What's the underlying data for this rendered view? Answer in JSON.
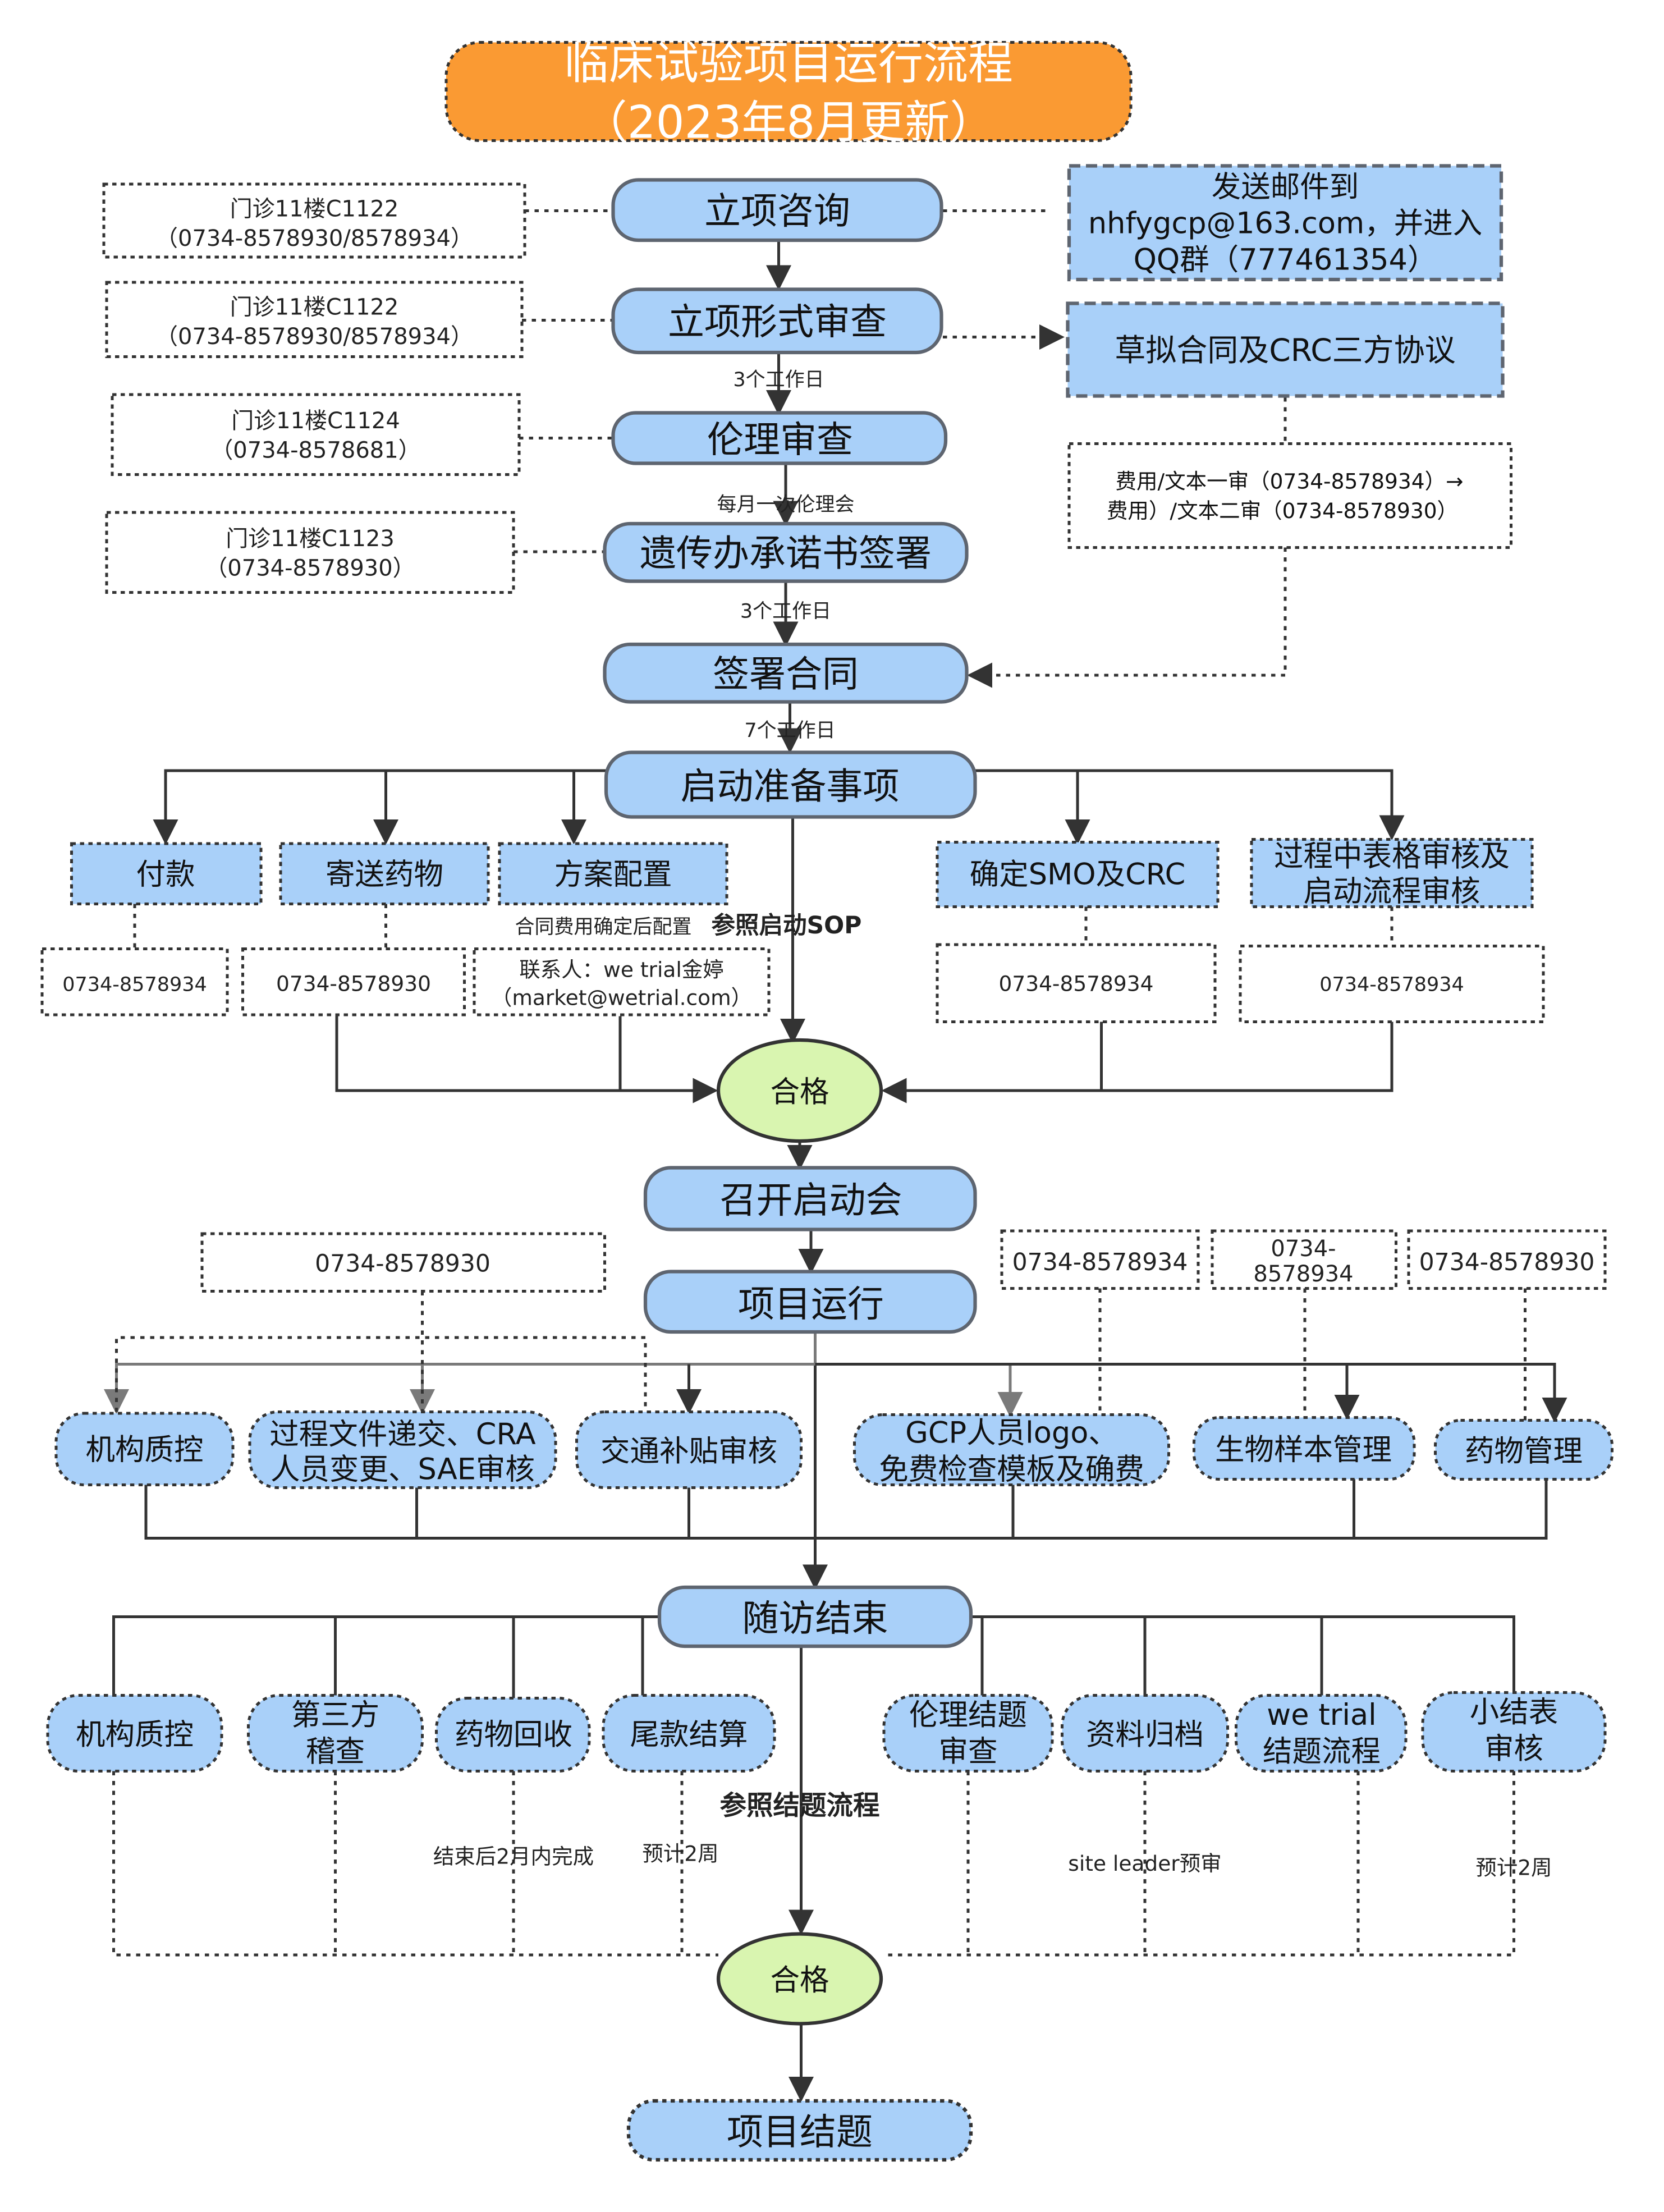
{
  "title": {
    "line1": "临床试验项目运行流程",
    "line2": "（2023年8月更新）"
  },
  "colors": {
    "title_fill": "#FA9A33",
    "box_fill": "#A9D0F9",
    "box_stroke": "#5E6570",
    "ok_fill": "#D9F5B0",
    "white": "#FFFFFF",
    "line": "#333333",
    "gray_line": "#7A7A7A"
  },
  "steps": {
    "consult": "立项咨询",
    "formal_review": "立项形式审查",
    "ethics_review": "伦理审查",
    "genetic": "遗传办承诺书签署",
    "sign_contract": "签署合同",
    "startup_prep": "启动准备事项",
    "qualified_1": "合格",
    "kickoff": "召开启动会",
    "running": "项目运行",
    "visit_end": "随访结束",
    "qualified_2": "合格",
    "closeout": "项目结题"
  },
  "contacts": {
    "c1": [
      "门诊11楼C1122",
      "（0734-8578930/8578934）"
    ],
    "c2": [
      "门诊11楼C1122",
      "（0734-8578930/8578934）"
    ],
    "c3": [
      "门诊11楼C1124",
      "（0734-8578681）"
    ],
    "c4": [
      "门诊11楼C1123",
      "（0734-8578930）"
    ]
  },
  "email_box": [
    "发送邮件到",
    "nhfygcp@163.com，并进入",
    "QQ群（777461354）"
  ],
  "contract_box": "草拟合同及CRC三方协议",
  "fee_box": [
    "费用/文本一审（0734-8578934）→",
    "费用）/文本二审（0734-8578930）"
  ],
  "labels": {
    "days3_a": "3个工作日",
    "monthly": "每月一次伦理会",
    "days3_b": "3个工作日",
    "days7": "7个工作日",
    "config_note": "合同费用确定后配置",
    "sop_note": "参照启动SOP",
    "close_ref": "参照结题流程",
    "two_months": "结束后2月内完成",
    "two_weeks_a": "预计2周",
    "site_leader": "site leader预审",
    "two_weeks_b": "预计2周"
  },
  "startup_items": {
    "pay": "付款",
    "ship": "寄送药物",
    "config": "方案配置",
    "smo": "确定SMO及CRC",
    "forms": [
      "过程中表格审核及",
      "启动流程审核"
    ]
  },
  "startup_phones": {
    "pay": "0734-8578934",
    "ship": "0734-8578930",
    "config": [
      "联系人：we trial金婷",
      "（market@wetrial.com）"
    ],
    "smo": "0734-8578934",
    "forms": "0734-8578934"
  },
  "running_phones": {
    "docs": "0734-8578930",
    "gcp": "0734-8578934",
    "bio": [
      "0734-",
      "8578934"
    ],
    "drug": "0734-8578930"
  },
  "running_items": {
    "qc": "机构质控",
    "docs": [
      "过程文件递交、CRA",
      "人员变更、SAE审核"
    ],
    "traffic": "交通补贴审核",
    "gcp": [
      "GCP人员logo、",
      "免费检查模板及确费"
    ],
    "bio": "生物样本管理",
    "drug": "药物管理"
  },
  "end_items": {
    "qc": "机构质控",
    "audit": [
      "第三方",
      "稽查"
    ],
    "recall": "药物回收",
    "payment": "尾款结算",
    "ethics": [
      "伦理结题",
      "审查"
    ],
    "archive": "资料归档",
    "wetrial": [
      "we trial",
      "结题流程"
    ],
    "summary": [
      "小结表",
      "审核"
    ]
  }
}
